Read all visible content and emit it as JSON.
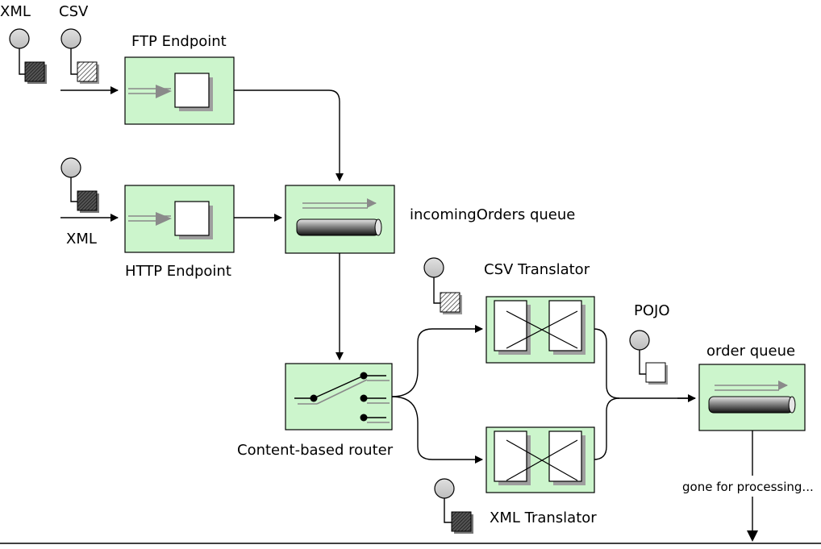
{
  "labels": {
    "xml_top": "XML",
    "csv_top": "CSV",
    "ftp": "FTP Endpoint",
    "http": "HTTP Endpoint",
    "xml_http": "XML",
    "incoming": "incomingOrders queue",
    "router": "Content-based router",
    "csv_translator": "CSV Translator",
    "xml_translator": "XML Translator",
    "pojo": "POJO",
    "order_queue": "order queue",
    "gone": "gone for processing..."
  }
}
